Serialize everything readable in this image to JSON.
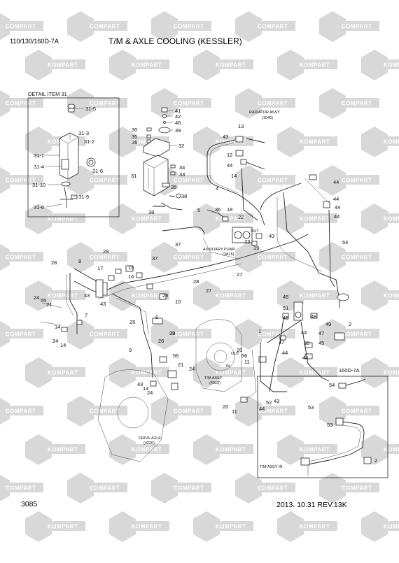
{
  "header": {
    "model": "110/130/160D-7A",
    "title": "T/M & AXLE COOLING (KESSLER)"
  },
  "footer": {
    "page_number": "3085",
    "date_revision": "2013. 10.31   REV.13K"
  },
  "watermark": {
    "text_a": "COMPART",
    "text_b": "KOMPART",
    "color": "#d8d8d8"
  },
  "detail_box": {
    "title": "DETAIL ITEM 31",
    "callouts": [
      "31-5",
      "31-3",
      "31-2",
      "31-1",
      "31-4",
      "31-6",
      "31-10",
      "31-9",
      "31-6"
    ]
  },
  "assemblies": {
    "radiator": "RADIATOR ASSY",
    "radiator_code": "(1045)",
    "aux_pump": "AUXILIARY PUMP",
    "aux_pump_code": "(3A15)",
    "tm_assy": "T/M ASSY",
    "tm_code": "(4010)",
    "drive_axle": "DRIVE AXLE",
    "drive_axle_code": "(4220)",
    "inset_model": "160D-7A",
    "inset_tm": "T/M ASSY IN"
  },
  "port_labels": {
    "out": "OUT",
    "in": "IN"
  },
  "callouts": [
    "41",
    "42",
    "46",
    "39",
    "30",
    "35",
    "36",
    "32",
    "31",
    "34",
    "33",
    "35",
    "38",
    "38",
    "43",
    "13",
    "12",
    "44",
    "14",
    "4",
    "5",
    "36",
    "18",
    "22",
    "43",
    "23",
    "19",
    "37",
    "37",
    "29",
    "28",
    "8",
    "17",
    "15",
    "16",
    "43",
    "27",
    "27",
    "28",
    "28",
    "10",
    "43",
    "44",
    "54",
    "44",
    "44",
    "44",
    "45",
    "51",
    "48",
    "49",
    "47",
    "2",
    "45",
    "1",
    "20",
    "56",
    "11",
    "44",
    "52",
    "20",
    "11",
    "47",
    "44",
    "50",
    "45",
    "44",
    "43",
    "44",
    "24",
    "55",
    "21",
    "14",
    "7",
    "24",
    "14",
    "25",
    "6",
    "28",
    "26",
    "9",
    "56",
    "21",
    "24",
    "43",
    "14",
    "24",
    "53",
    "54",
    "53",
    "2",
    "28"
  ]
}
